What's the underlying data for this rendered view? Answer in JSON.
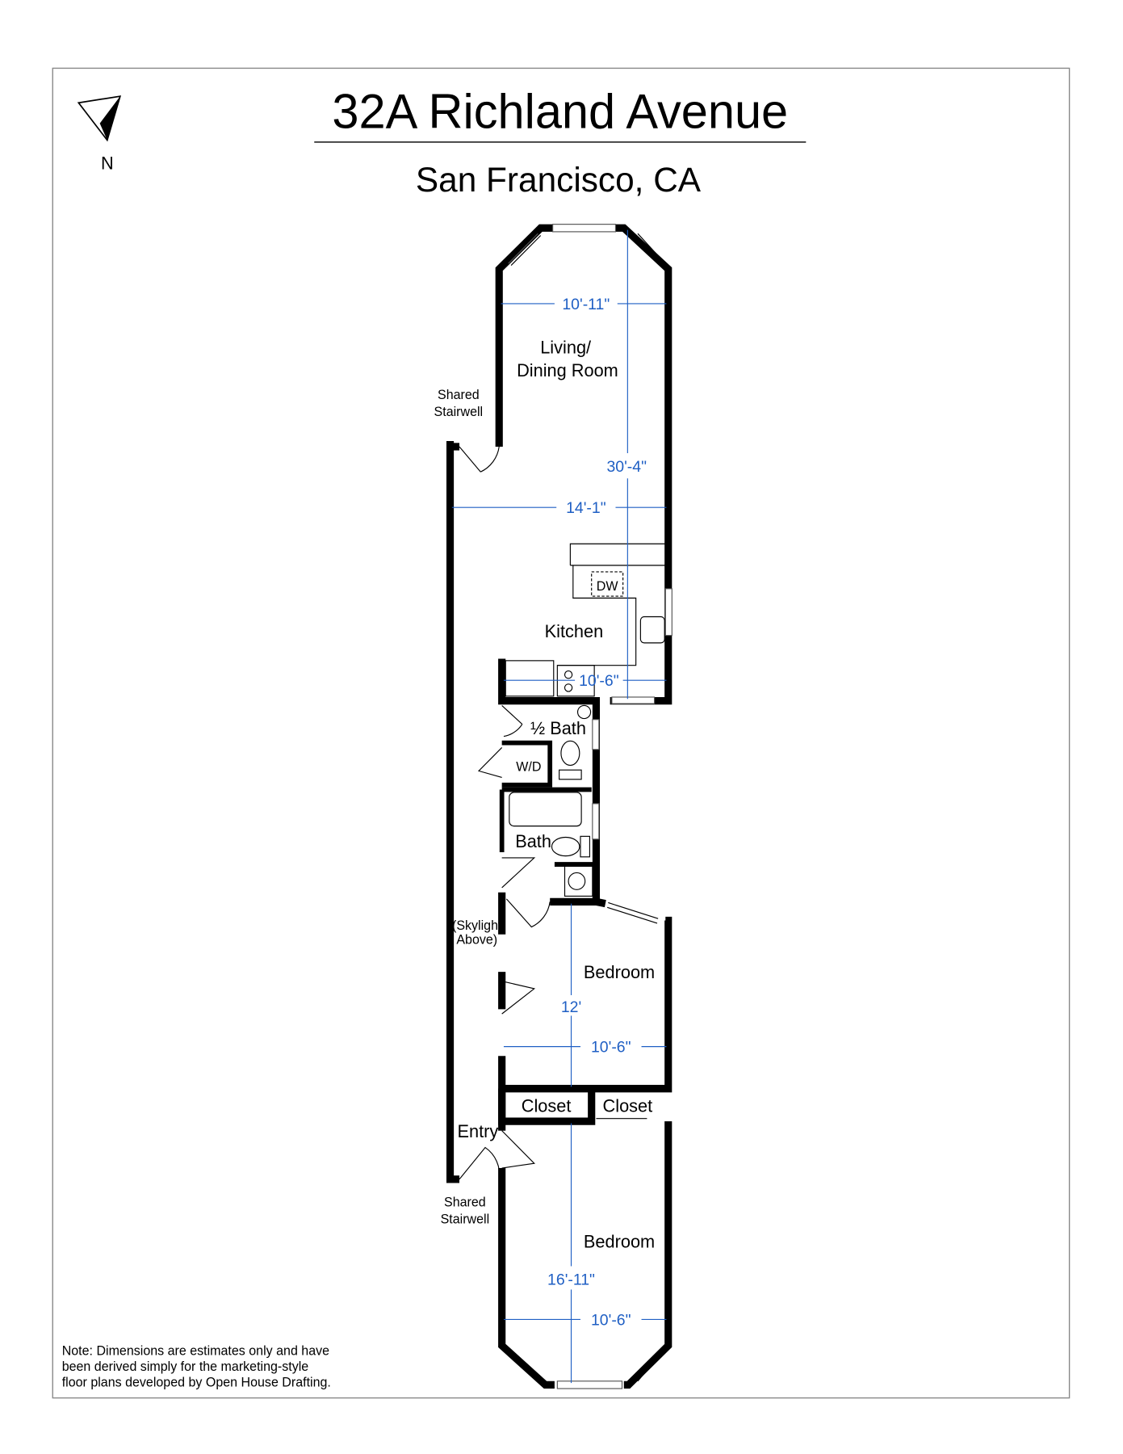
{
  "title": "32A Richland Avenue",
  "subtitle": "San Francisco, CA",
  "north_label": "N",
  "rooms": {
    "living": [
      "Living/",
      "Dining Room"
    ],
    "kitchen": "Kitchen",
    "half_bath": "½ Bath",
    "wd": "W/D",
    "dw": "DW",
    "bath": "Bath",
    "bedroom1": "Bedroom",
    "bedroom2": "Bedroom",
    "closet1": "Closet",
    "closet2": "Closet",
    "entry": "Entry",
    "skylight": [
      "(Skylight",
      "Above)"
    ],
    "stair_top": [
      "Shared",
      "Stairwell"
    ],
    "stair_bottom": [
      "Shared",
      "Stairwell"
    ]
  },
  "dimensions": {
    "living_width": "10'-11\"",
    "overall_length": "30'-4\"",
    "main_width": "14'-1\"",
    "kitchen_width": "10'-6\"",
    "bed1_depth": "12'",
    "bed1_width": "10'-6\"",
    "bed2_depth": "16'-11\"",
    "bed2_width": "10'-6\""
  },
  "note": [
    "Note: Dimensions are estimates only and have",
    "been derived simply for the marketing-style",
    "floor plans developed by Open House Drafting."
  ],
  "colors": {
    "dimension": "#1f5fc4"
  }
}
